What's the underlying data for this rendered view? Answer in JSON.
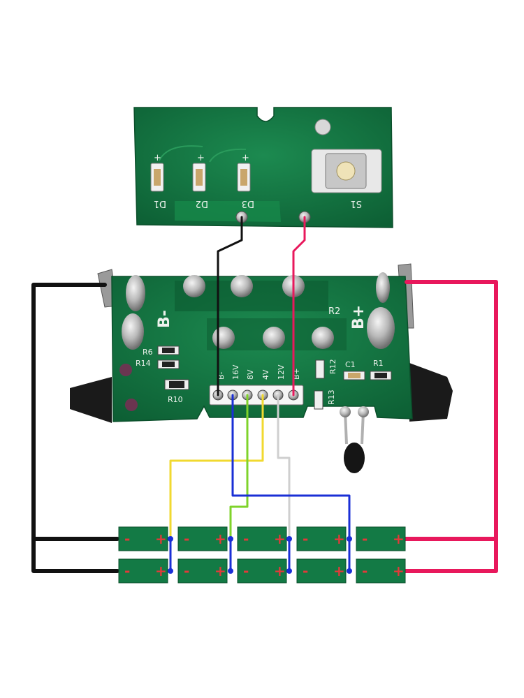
{
  "led_board": {
    "leds": [
      "D1",
      "D2",
      "D3"
    ],
    "switch": "S1",
    "plus_mark": "+"
  },
  "main_board": {
    "terminal_neg": "B-",
    "terminal_pos": "B+",
    "pads": [
      "B-",
      "16V",
      "8V",
      "4V",
      "12V",
      "B+"
    ],
    "components": [
      "R6",
      "R14",
      "R10",
      "C1",
      "R1",
      "R12",
      "R13",
      "R2"
    ]
  },
  "cells": {
    "minus": "-",
    "plus": "+"
  },
  "colors": {
    "pcb": "#137a45",
    "wire_black": "#111111",
    "wire_red": "#e8185c",
    "wire_yellow": "#f1d930",
    "wire_green": "#7fd32b",
    "wire_blue": "#1a2fd6",
    "wire_white": "#cfcfcf"
  }
}
